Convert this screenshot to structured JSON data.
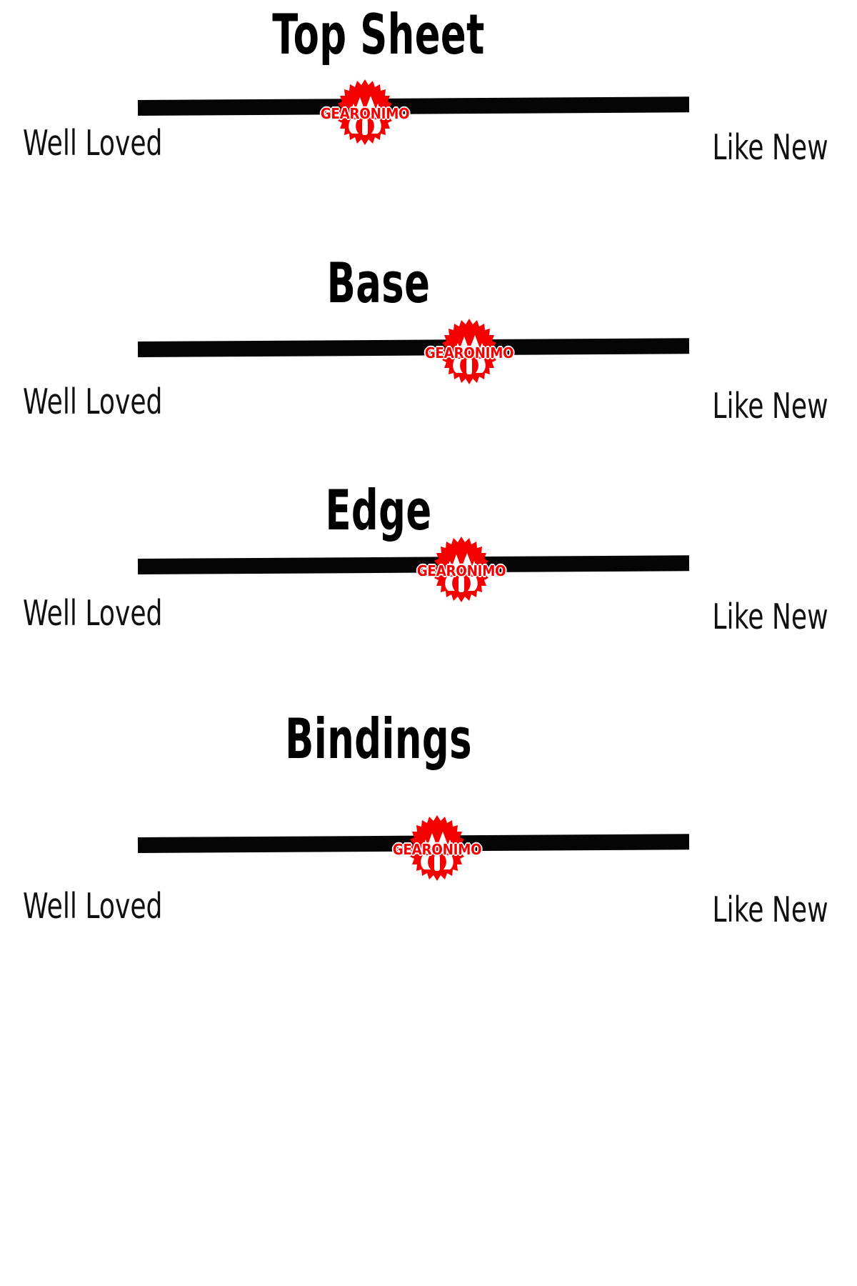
{
  "page": {
    "background_color": "#ffffff",
    "brand_color": "#f40000",
    "track_color": "#050505",
    "text_color": "#111111"
  },
  "brand": {
    "wordmark": "GEARONIMO",
    "logo_icon": "gear-mountain-logo",
    "logo_color": "#f40000"
  },
  "scale": {
    "left_label": "Well Loved",
    "right_label": "Like New"
  },
  "sliders": [
    {
      "title": "Top Sheet",
      "handle_percent": 41,
      "left_label": "Well Loved",
      "right_label": "Like New",
      "value_label": "GEARONIMO"
    },
    {
      "title": "Base",
      "handle_percent": 60,
      "left_label": "Well Loved",
      "right_label": "Like New",
      "value_label": "GEARONIMO"
    },
    {
      "title": "Edge",
      "handle_percent": 59,
      "left_label": "Well Loved",
      "right_label": "Like New",
      "value_label": "GEARONIMO"
    },
    {
      "title": "Bindings",
      "handle_percent": 54,
      "left_label": "Well Loved",
      "right_label": "Like New",
      "value_label": "GEARONIMO"
    }
  ]
}
